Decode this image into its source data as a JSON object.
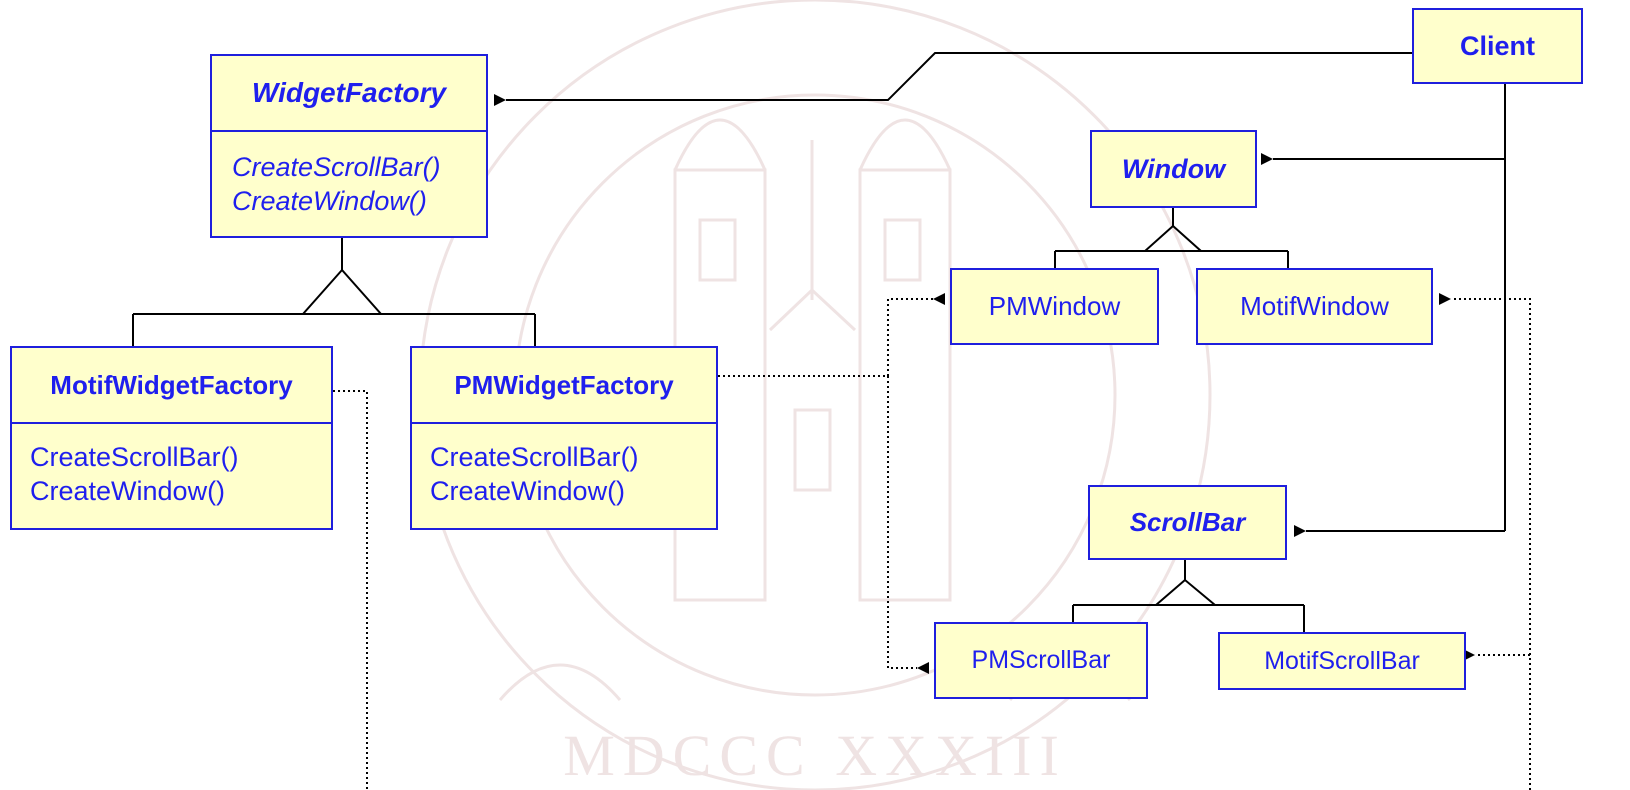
{
  "watermark": {
    "letters": "MDCCC XXXIII"
  },
  "classes": {
    "client": {
      "name": "Client"
    },
    "widget_factory": {
      "name": "WidgetFactory",
      "ops": [
        "CreateScrollBar()",
        "CreateWindow()"
      ]
    },
    "motif_widget_factory": {
      "name": "MotifWidgetFactory",
      "ops": [
        "CreateScrollBar()",
        "CreateWindow()"
      ]
    },
    "pm_widget_factory": {
      "name": "PMWidgetFactory",
      "ops": [
        "CreateScrollBar()",
        "CreateWindow()"
      ]
    },
    "window": {
      "name": "Window"
    },
    "pm_window": {
      "name": "PMWindow"
    },
    "motif_window": {
      "name": "MotifWindow"
    },
    "scroll_bar": {
      "name": "ScrollBar"
    },
    "pm_scroll_bar": {
      "name": "PMScrollBar"
    },
    "motif_scroll_bar": {
      "name": "MotifScrollBar"
    }
  },
  "colors": {
    "box_fill": "#ffffcc",
    "box_border": "#1f1fdd",
    "text": "#1f1fee",
    "line": "#000000",
    "watermark": "#efe3e3"
  }
}
